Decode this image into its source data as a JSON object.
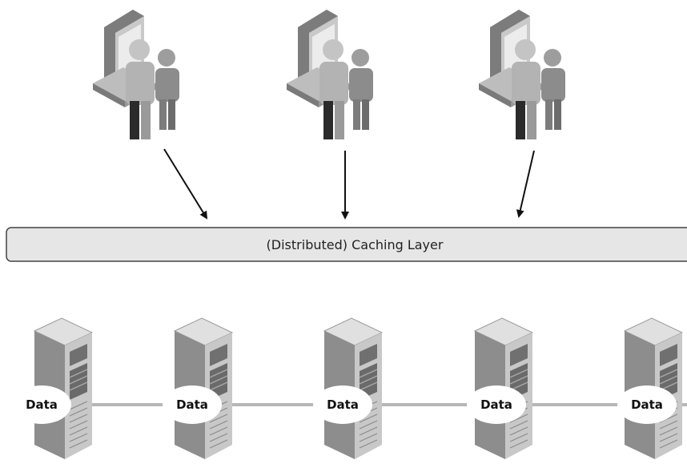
{
  "caching_layer": {
    "label": "(Distributed) Caching Layer"
  },
  "clients": [
    {
      "icon": "user-workstation-icon"
    },
    {
      "icon": "user-workstation-icon"
    },
    {
      "icon": "user-workstation-icon"
    }
  ],
  "servers": [
    {
      "label": "Data",
      "icon": "server-tower-icon"
    },
    {
      "label": "Data",
      "icon": "server-tower-icon"
    },
    {
      "label": "Data",
      "icon": "server-tower-icon"
    },
    {
      "label": "Data",
      "icon": "server-tower-icon"
    },
    {
      "label": "Data",
      "icon": "server-tower-icon"
    }
  ],
  "colors": {
    "layer_fill": "#e6e6e6",
    "layer_stroke": "#444444",
    "server_front": "#8d8d8d",
    "server_side": "#c8c8c8",
    "server_top": "#e0e0e0",
    "connector": "#b7b7b7",
    "arrow": "#111111"
  }
}
